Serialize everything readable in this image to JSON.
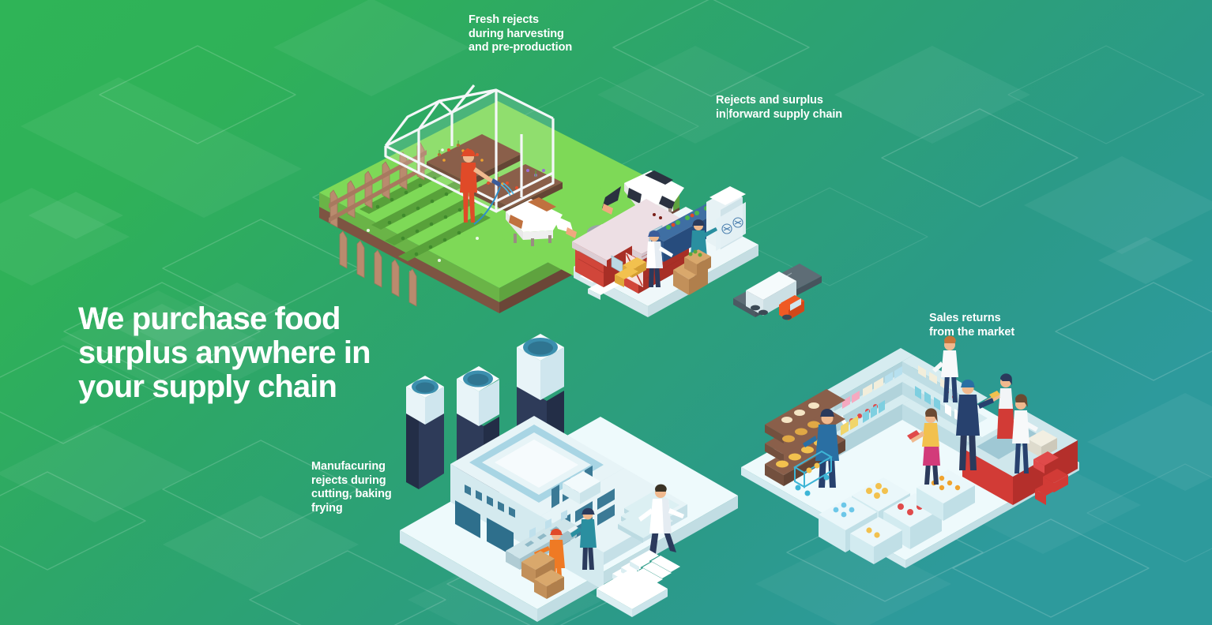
{
  "page": {
    "headline": "We purchase food\nsurplus anywhere in\nyour supply chain",
    "background": {
      "gradient_from": "#2fb457",
      "gradient_to": "#2d9a9a",
      "pattern": "isometric-diamonds"
    },
    "text_color": "#ffffff"
  },
  "captions": {
    "harvest": "Fresh rejects\nduring harvesting\nand pre-production",
    "forward_supply_prefix": "Rejects and surplus\nin",
    "forward_supply_suffix": "forward supply chain",
    "forward_supply_full": "Rejects and surplus\nin forward supply chain",
    "sales_returns": "Sales returns\nfrom the market",
    "manufacturing": "Manufacuring\nrejects during\ncutting, baking\nfrying"
  },
  "illustrations": {
    "farm": {
      "name": "isometric-farm-scene",
      "elements": [
        "greenhouse",
        "wooden-fence",
        "crop-rows",
        "farmer-watering",
        "cow-brown",
        "cow-holstein",
        "rocks"
      ],
      "colors": {
        "grass": "#6ec63f",
        "soil": "#8a5f4a",
        "fence": "#a87c63",
        "greenhouse": "#f2f4f5"
      }
    },
    "barn": {
      "name": "isometric-barn-processing-scene",
      "elements": [
        "red-barn",
        "processing-conveyor",
        "worker-inspector",
        "worker-packer",
        "cardboard-boxes",
        "hay-bales",
        "ventilation-fan",
        "delivery-truck",
        "road"
      ],
      "colors": {
        "barn": "#c0392b",
        "roof": "#e8dde2",
        "truck_cab": "#ef5a24",
        "road": "#5d6b72"
      }
    },
    "factory": {
      "name": "isometric-factory-scene",
      "elements": [
        "smokestack-tall",
        "smokestack-mid",
        "smokestack-short",
        "factory-building",
        "skylight",
        "windows",
        "loading-doors",
        "conveyor-belt",
        "worker-orange",
        "worker-teal",
        "lab-technician",
        "cardboard-boxes",
        "pallet-stack"
      ],
      "colors": {
        "building": "#e3eff2",
        "stack": "#3a4a6b",
        "accent": "#3b8fae",
        "base": "#f2fafb"
      }
    },
    "supermarket": {
      "name": "isometric-supermarket-scene",
      "elements": [
        "bakery-shelf",
        "grocery-shelves",
        "produce-bins",
        "shopper-with-cart",
        "shopper-woman",
        "shopper-man",
        "cashier",
        "customer-checkout",
        "checkout-counter",
        "shopping-baskets"
      ],
      "colors": {
        "floor": "#eef9fb",
        "shelf": "#cfe7ec",
        "counter": "#d23b36",
        "cashier_apron": "#d23b36"
      }
    },
    "pallet": {
      "name": "isometric-white-pallet",
      "colors": {
        "top": "#ffffff",
        "side": "#dff0f2"
      }
    }
  }
}
